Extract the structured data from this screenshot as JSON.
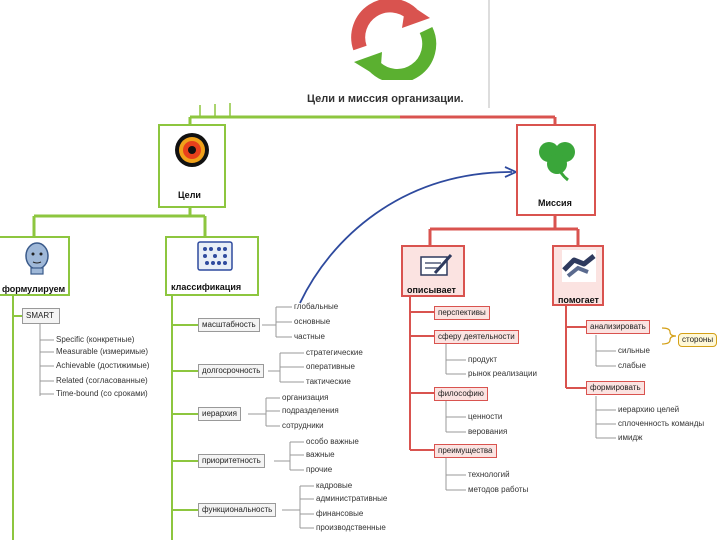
{
  "title": "Цели и миссия организации.",
  "goals": {
    "label": "Цели",
    "formulate": {
      "label": "формулируем",
      "smart_label": "SMART",
      "smart_items": [
        "Specific (конкретные)",
        "Measurable (измеримые)",
        "Achievable (достижимые)",
        "Related (согласованные)",
        "Time-bound (со сроками)"
      ]
    },
    "classify": {
      "label": "классификация",
      "groups": [
        {
          "label": "масштабность",
          "items": [
            "глобальные",
            "основные",
            "частные"
          ]
        },
        {
          "label": "долгосрочность",
          "items": [
            "стратегические",
            "оперативные",
            "тактические"
          ]
        },
        {
          "label": "иерархия",
          "items": [
            "организация",
            "подразделения",
            "сотрудники"
          ]
        },
        {
          "label": "приоритетность",
          "items": [
            "особо важные",
            "важные",
            "прочие"
          ]
        },
        {
          "label": "функциональность",
          "items": [
            "кадровые",
            "административные",
            "финансовые",
            "производственные"
          ]
        }
      ]
    }
  },
  "mission": {
    "label": "Миссия",
    "describes": {
      "label": "описывает",
      "groups": [
        {
          "label": "перспективы",
          "items": []
        },
        {
          "label": "сферу деятельности",
          "items": [
            "продукт",
            "рынок реализации"
          ]
        },
        {
          "label": "философию",
          "items": [
            "ценности",
            "верования"
          ]
        },
        {
          "label": "преимущества",
          "items": [
            "технологий",
            "методов работы"
          ]
        }
      ]
    },
    "helps": {
      "label": "помогает",
      "groups": [
        {
          "label": "анализировать",
          "items": [
            "сильные",
            "слабые"
          ],
          "side_label": "стороны"
        },
        {
          "label": "формировать",
          "items": [
            "иерархию целей",
            "сплоченность команды",
            "имидж"
          ]
        }
      ]
    }
  },
  "colors": {
    "green": "#8dc63f",
    "red": "#d9534f",
    "arrow": "#2e4a9e"
  },
  "icons": [
    "cycle-arrows-icon",
    "target-icon",
    "clover-icon",
    "head-icon",
    "abacus-icon",
    "document-pen-icon",
    "handshake-icon"
  ]
}
